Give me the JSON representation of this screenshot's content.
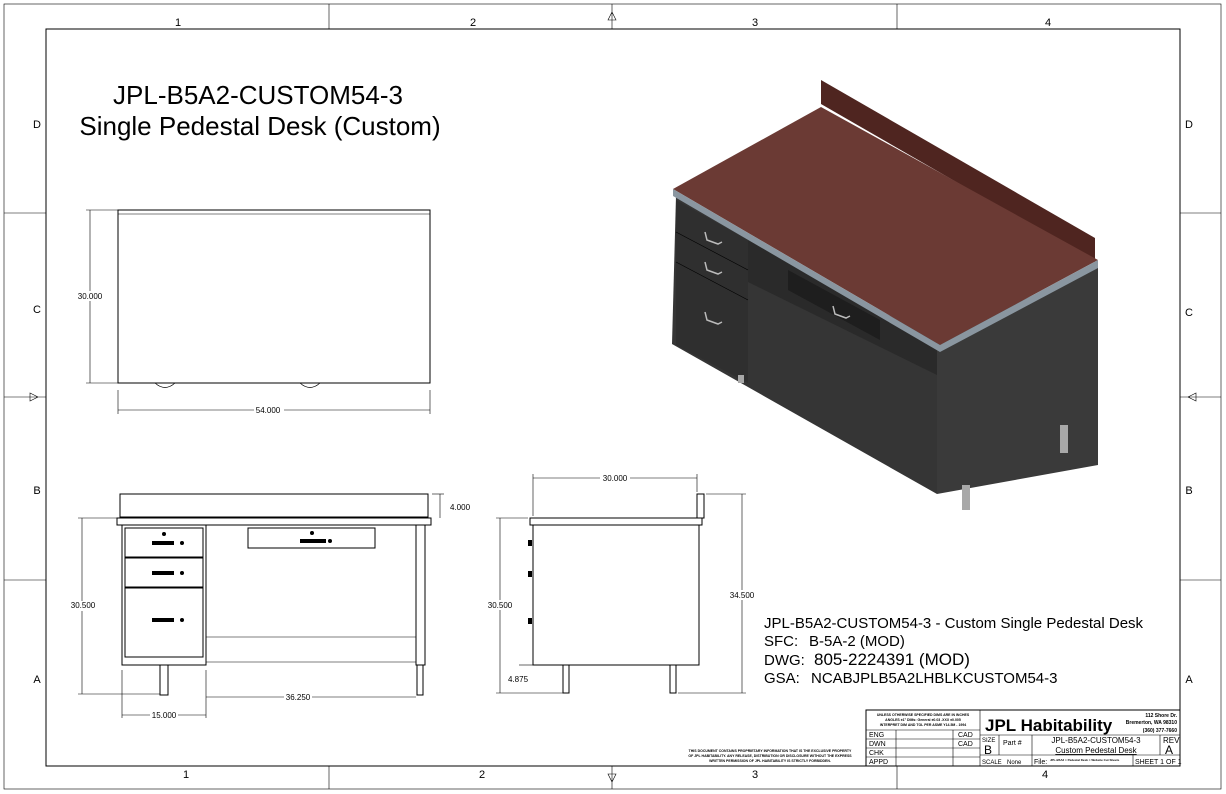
{
  "title": {
    "line1": "JPL-B5A2-CUSTOM54-3",
    "line2": "Single Pedestal Desk (Custom)"
  },
  "zones": {
    "columns": [
      "1",
      "2",
      "3",
      "4"
    ],
    "rows": [
      "D",
      "C",
      "B",
      "A"
    ]
  },
  "dimensions": {
    "top_depth": "30.000",
    "top_width": "54.000",
    "front_height": "30.500",
    "backsplash": "4.000",
    "pedestal_width": "15.000",
    "knee_width": "36.250",
    "side_depth": "30.000",
    "side_total_height": "34.500",
    "side_height": "30.500",
    "side_base": "4.875"
  },
  "notes": {
    "line1": "JPL-B5A2-CUSTOM54-3 - Custom Single Pedestal Desk",
    "sfc_label": "SFC:",
    "sfc_value": "B-5A-2 (MOD)",
    "dwg_label": "DWG:",
    "dwg_value": "805-2224391 (MOD)",
    "gsa_label": "GSA:",
    "gsa_value": "NCABJPLB5A2LHBLKCUSTOM54-3"
  },
  "proprietary": [
    "THIS DOCUMENT CONTAINS PROPRIETARY INFORMATION THAT IS THE EXCLUSIVE PROPERTY",
    "OF JPL HABITABILITY. ANY RELEASE, DISTRIBUTION OR DISCLOSURE WITHOUT THE EXPRESS",
    "WRITTEN PERMISSION OF JPL HABITABILITY IS STRICTLY FORBIDDEN."
  ],
  "title_block": {
    "tolerance": [
      "UNLESS OTHERWISE SPECIFIED DIMS ARE IN INCHES",
      "ANGLES ±1°  DIMs: General ±0.03  .XXX ±0.005",
      "INTERPRET DIM AND TOL PER ASME Y14.5M - 1994"
    ],
    "roles": [
      "ENG",
      "DWN",
      "CHK",
      "APPD"
    ],
    "cad": [
      "CAD",
      "CAD"
    ],
    "company": "JPL Habitability",
    "address": [
      "112 Shore Dr.",
      "Bremerton, WA 98310",
      "(360) 377-7660"
    ],
    "size_label": "SIZE",
    "size": "B",
    "part_label": "Part #",
    "part_number": "JPL-B5A2-CUSTOM54-3",
    "part_desc": "Custom Pedestal Desk",
    "rev_label": "REV",
    "rev": "A",
    "scale_label": "SCALE",
    "scale": "None",
    "file_label": "File:",
    "file": "JPL-B5A2 > Pedestal Desk > Website Cut Sheets",
    "sheet": "SHEET 1 OF 1"
  },
  "colors": {
    "desktop": "#6b3a34",
    "backsplash": "#4f2520",
    "body": "#3a3a3a",
    "edge": "#8a96a0",
    "leg": "#a8a8a8"
  }
}
